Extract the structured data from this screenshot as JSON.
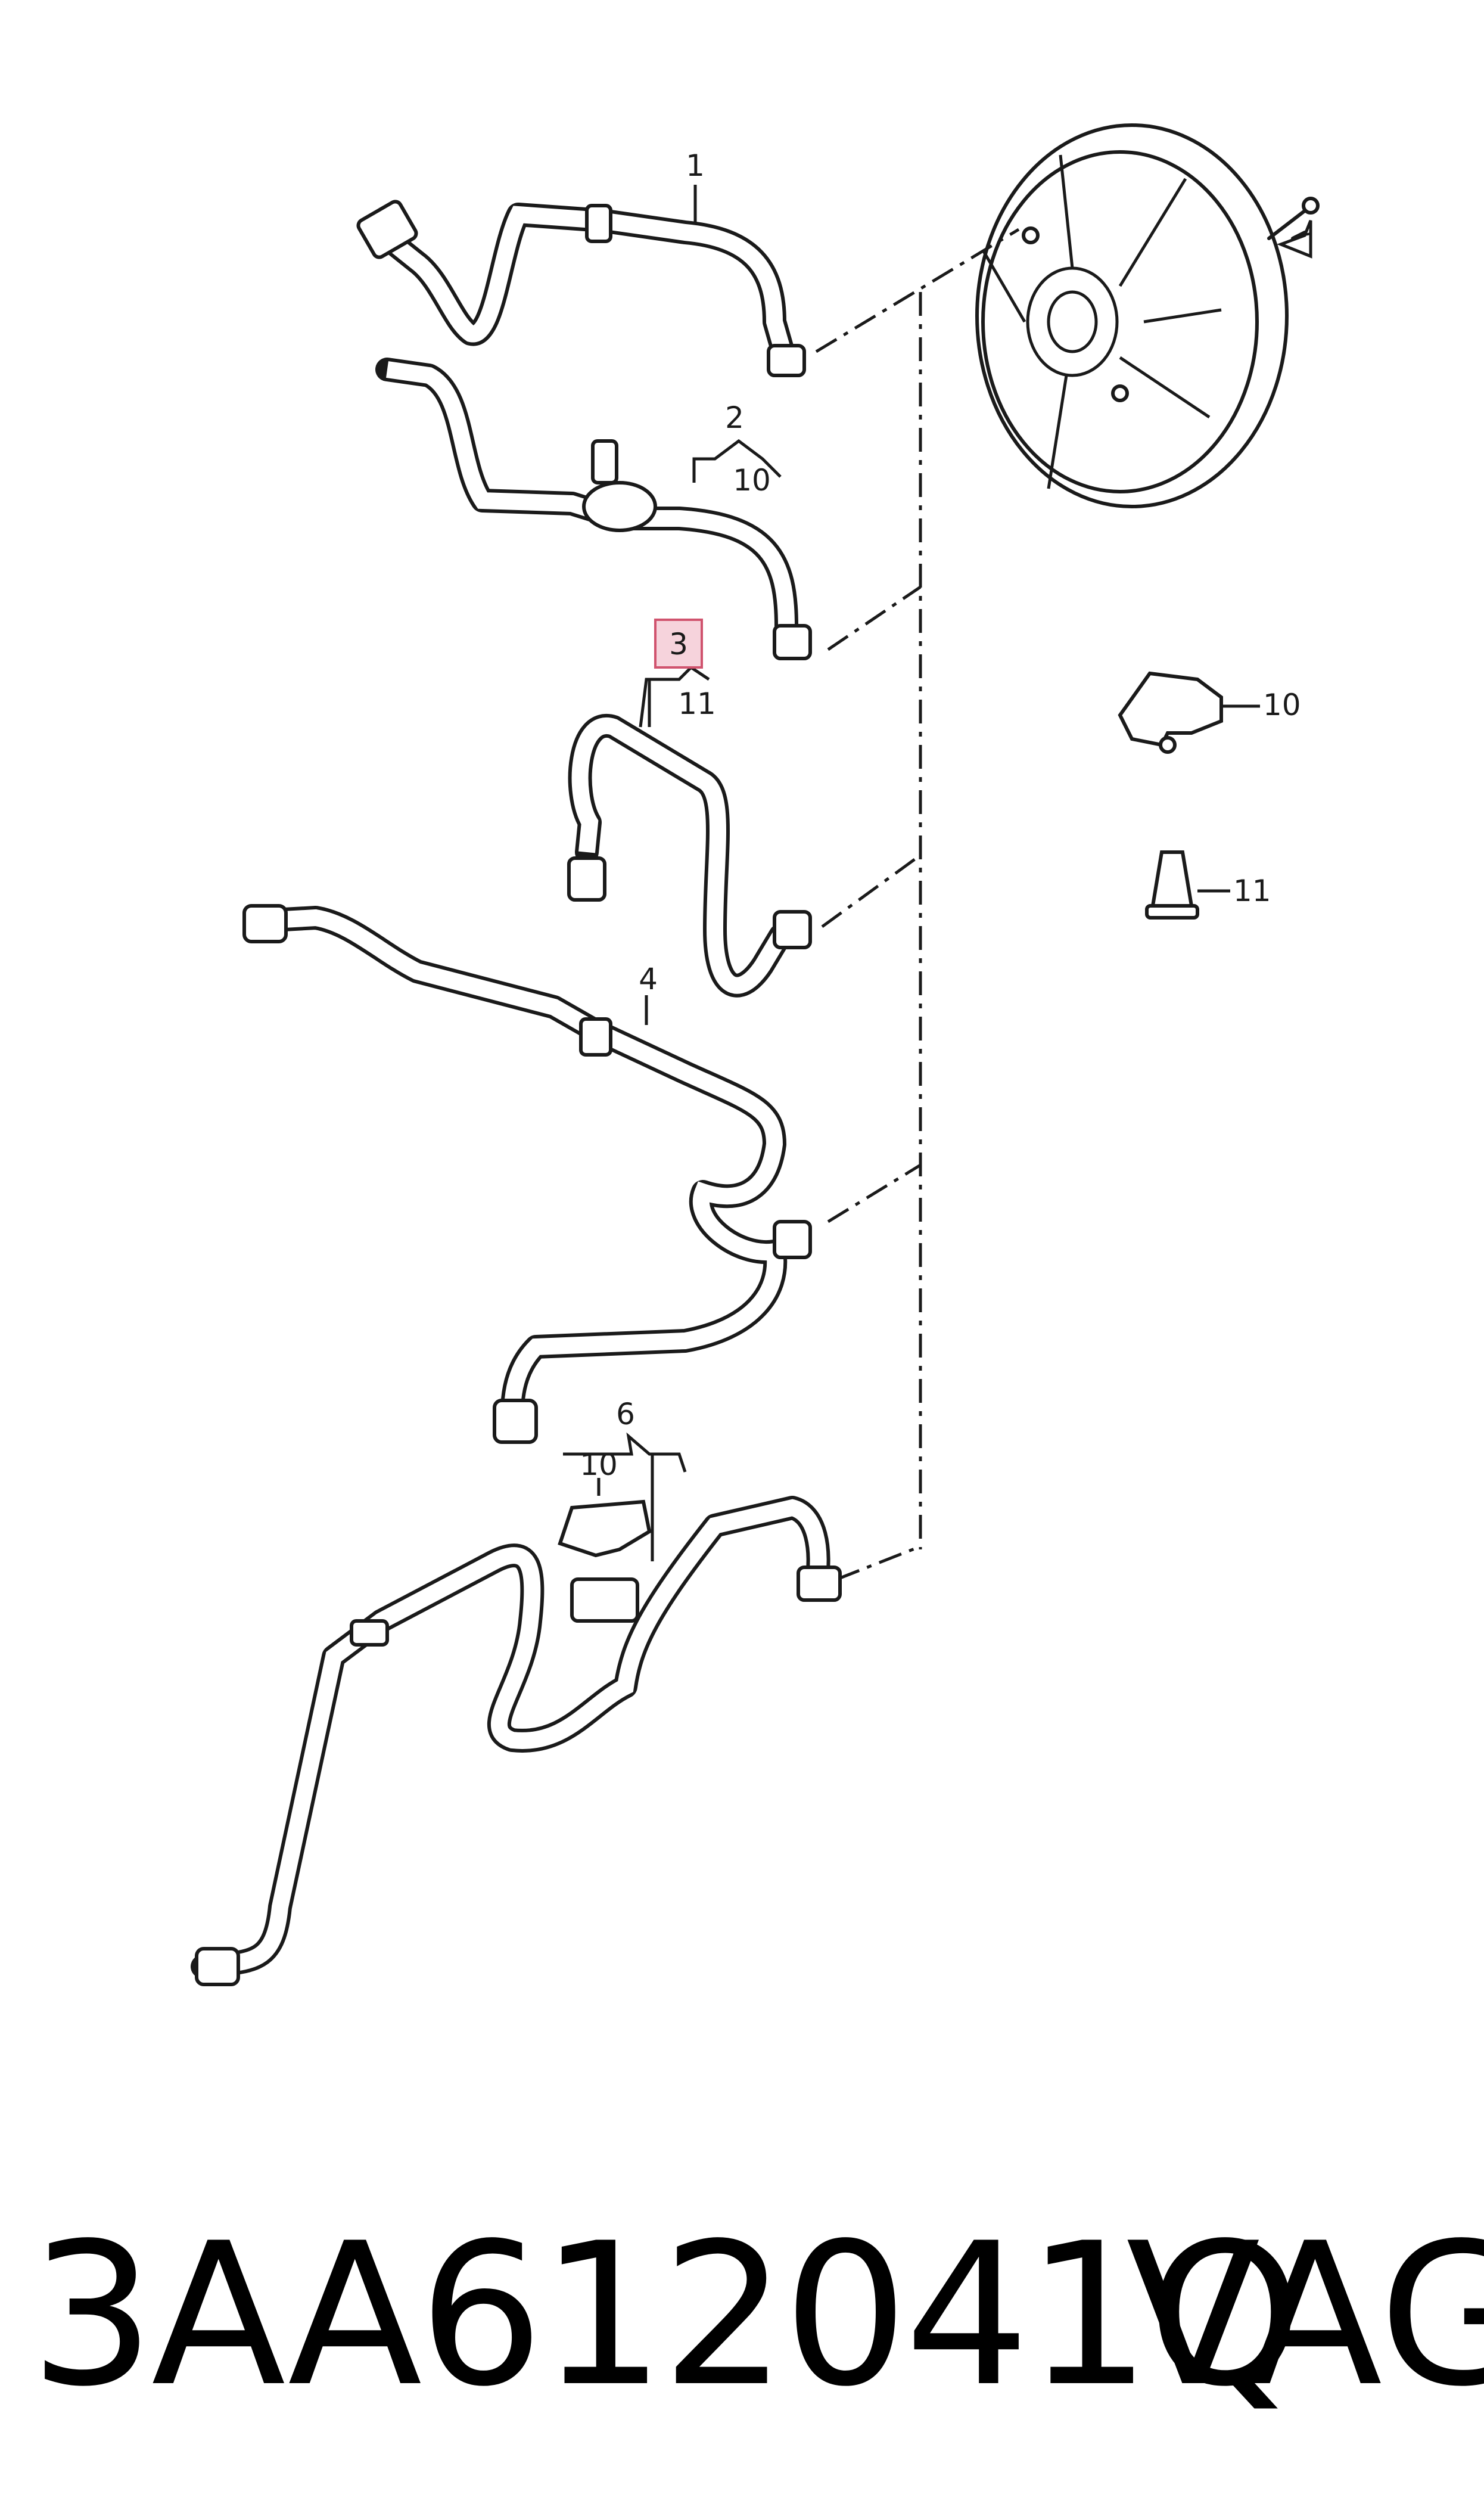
{
  "callouts": {
    "c1": "1",
    "c2": "2",
    "c2_sub": "10",
    "c3": "3",
    "c3_sub": "11",
    "c4": "4",
    "c6": "6",
    "c6_sub": "10",
    "c10": "10",
    "c11": "11"
  },
  "highlighted_callout": "3",
  "colors": {
    "line": "#1a1a1a",
    "highlight_fill": "#f6d3dc",
    "highlight_border": "#d0536e"
  },
  "footer": {
    "part_number": "3AA612041Q",
    "brand": "VAG"
  }
}
